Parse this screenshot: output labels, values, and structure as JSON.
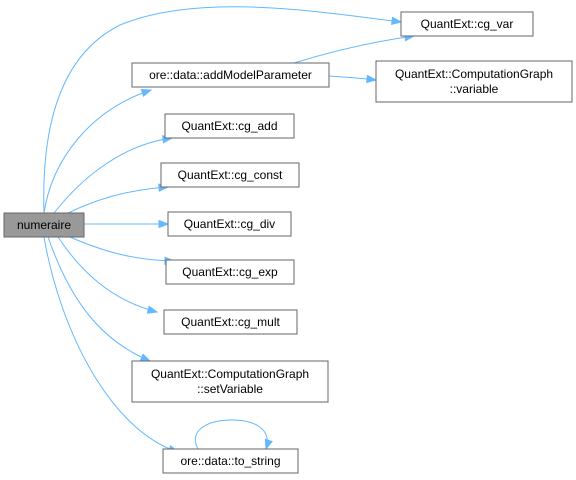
{
  "graph": {
    "nodes": {
      "numeraire": {
        "label": [
          "numeraire"
        ]
      },
      "add_model_parameter": {
        "label": [
          "ore::data::addModelParameter"
        ]
      },
      "cg_var": {
        "label": [
          "QuantExt::cg_var"
        ]
      },
      "cg_variable": {
        "label": [
          "QuantExt::ComputationGraph",
          "::variable"
        ]
      },
      "cg_add": {
        "label": [
          "QuantExt::cg_add"
        ]
      },
      "cg_const": {
        "label": [
          "QuantExt::cg_const"
        ]
      },
      "cg_div": {
        "label": [
          "QuantExt::cg_div"
        ]
      },
      "cg_exp": {
        "label": [
          "QuantExt::cg_exp"
        ]
      },
      "cg_mult": {
        "label": [
          "QuantExt::cg_mult"
        ]
      },
      "set_variable": {
        "label": [
          "QuantExt::ComputationGraph",
          "::setVariable"
        ]
      },
      "to_string": {
        "label": [
          "ore::data::to_string"
        ]
      }
    },
    "edges": [
      {
        "from": "numeraire",
        "to": "cg_var"
      },
      {
        "from": "numeraire",
        "to": "add_model_parameter"
      },
      {
        "from": "numeraire",
        "to": "cg_add"
      },
      {
        "from": "numeraire",
        "to": "cg_const"
      },
      {
        "from": "numeraire",
        "to": "cg_div"
      },
      {
        "from": "numeraire",
        "to": "cg_exp"
      },
      {
        "from": "numeraire",
        "to": "cg_mult"
      },
      {
        "from": "numeraire",
        "to": "set_variable"
      },
      {
        "from": "numeraire",
        "to": "to_string"
      },
      {
        "from": "add_model_parameter",
        "to": "cg_var"
      },
      {
        "from": "add_model_parameter",
        "to": "cg_variable"
      },
      {
        "from": "to_string",
        "to": "to_string"
      }
    ],
    "colors": {
      "edge": "#63b8ff",
      "node_border": "#666666",
      "root_fill": "#999999",
      "node_fill": "#ffffff"
    }
  }
}
